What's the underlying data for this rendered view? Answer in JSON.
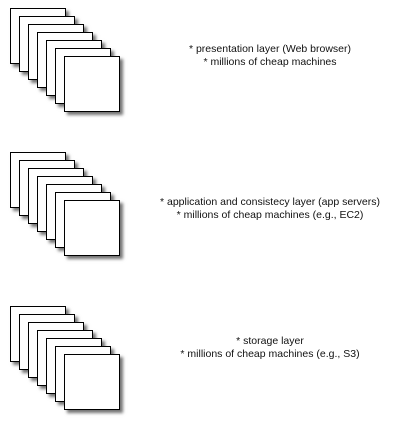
{
  "layers": [
    {
      "id": "presentation",
      "line1": "*   presentation layer (Web browser)",
      "line2": "* millions of cheap machines"
    },
    {
      "id": "application",
      "line1": "* application and consistecy layer (app servers)",
      "line2": "* millions of cheap machines (e.g., EC2)"
    },
    {
      "id": "storage",
      "line1": "* storage layer",
      "line2": "* millions of cheap machines (e.g., S3)"
    }
  ]
}
